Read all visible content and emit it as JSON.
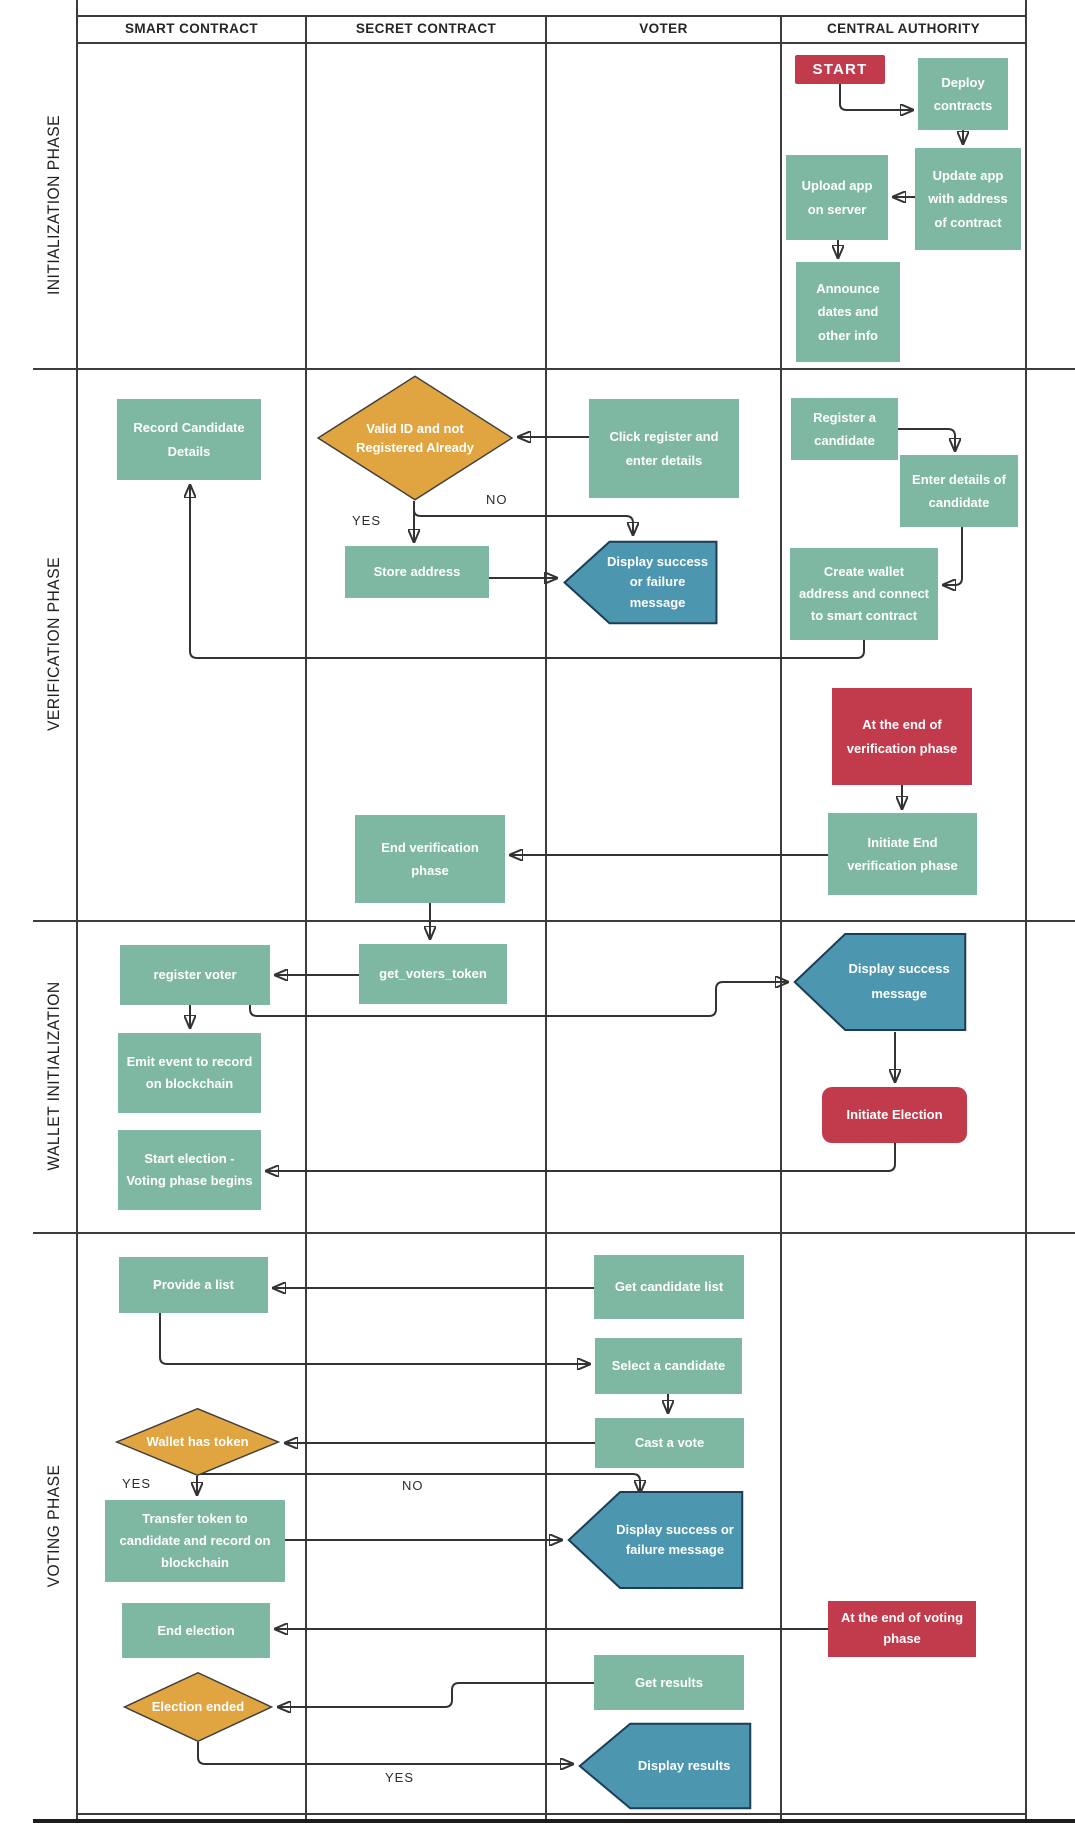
{
  "diagram": {
    "columns": [
      {
        "label": "SMART CONTRACT"
      },
      {
        "label": "SECRET CONTRACT"
      },
      {
        "label": "VOTER"
      },
      {
        "label": "CENTRAL AUTHORITY"
      }
    ],
    "phases": [
      {
        "label": "INITIALIZATION PHASE"
      },
      {
        "label": "VERIFICATION PHASE"
      },
      {
        "label": "WALLET INITIALIZATION"
      },
      {
        "label": "VOTING PHASE"
      }
    ]
  },
  "nodes": {
    "start": {
      "label": "START",
      "type": "terminator"
    },
    "deploy_contracts": {
      "label": "Deploy contracts",
      "type": "process"
    },
    "upload_app": {
      "label": "Upload app on server",
      "type": "process"
    },
    "update_app": {
      "label": "Update app with address of contract",
      "type": "process"
    },
    "announce": {
      "label": "Announce dates and other info",
      "type": "process"
    },
    "record_candidate": {
      "label": "Record Candidate Details",
      "type": "process"
    },
    "valid_id": {
      "label": "Valid ID and not Registered Already",
      "type": "decision"
    },
    "store_address": {
      "label": "Store address",
      "type": "process"
    },
    "click_register": {
      "label": "Click register and enter details",
      "type": "process"
    },
    "display_result_verification": {
      "label": "Display success or failure message",
      "type": "display"
    },
    "register_candidate": {
      "label": "Register a candidate",
      "type": "process"
    },
    "enter_details": {
      "label": "Enter details of candidate",
      "type": "process"
    },
    "create_wallet": {
      "label": "Create wallet address and connect to smart contract",
      "type": "process"
    },
    "end_of_verification": {
      "label": "At the end of verification phase",
      "type": "terminator"
    },
    "initiate_end_verification": {
      "label": "Initiate End verification phase",
      "type": "process"
    },
    "end_verification": {
      "label": "End verification phase",
      "type": "process"
    },
    "register_voter": {
      "label": "register voter",
      "type": "process"
    },
    "get_voters_token": {
      "label": "get_voters_token",
      "type": "process"
    },
    "emit_event": {
      "label": "Emit event to record on blockchain",
      "type": "process"
    },
    "start_election": {
      "label": "Start election - Voting phase begins",
      "type": "process"
    },
    "display_success": {
      "label": "Display success message",
      "type": "display"
    },
    "initiate_election": {
      "label": "Initiate Election",
      "type": "terminator"
    },
    "provide_list": {
      "label": "Provide a list",
      "type": "process"
    },
    "get_candidate_list": {
      "label": "Get candidate list",
      "type": "process"
    },
    "select_candidate": {
      "label": "Select a candidate",
      "type": "process"
    },
    "cast_vote": {
      "label": "Cast a vote",
      "type": "process"
    },
    "wallet_has_token": {
      "label": "Wallet has token",
      "type": "decision"
    },
    "transfer_token": {
      "label": "Transfer token to candidate and record on blockchain",
      "type": "process"
    },
    "display_result_voting": {
      "label": "Display success or failure message",
      "type": "display"
    },
    "end_election": {
      "label": "End election",
      "type": "process"
    },
    "end_of_voting": {
      "label": "At the end of voting phase",
      "type": "terminator"
    },
    "get_results": {
      "label": "Get results",
      "type": "process"
    },
    "election_ended": {
      "label": "Election ended",
      "type": "decision"
    },
    "display_results": {
      "label": "Display results",
      "type": "display"
    }
  },
  "edge_labels": {
    "verify_yes": "YES",
    "verify_no": "NO",
    "vote_yes": "YES",
    "vote_no": "NO",
    "results_yes": "YES"
  },
  "colors": {
    "process": "#7EB8A3",
    "terminator": "#C23B4D",
    "decision": "#E0A440",
    "display": "#4C96AF",
    "display_border": "#1C3D57",
    "line": "#333333"
  }
}
